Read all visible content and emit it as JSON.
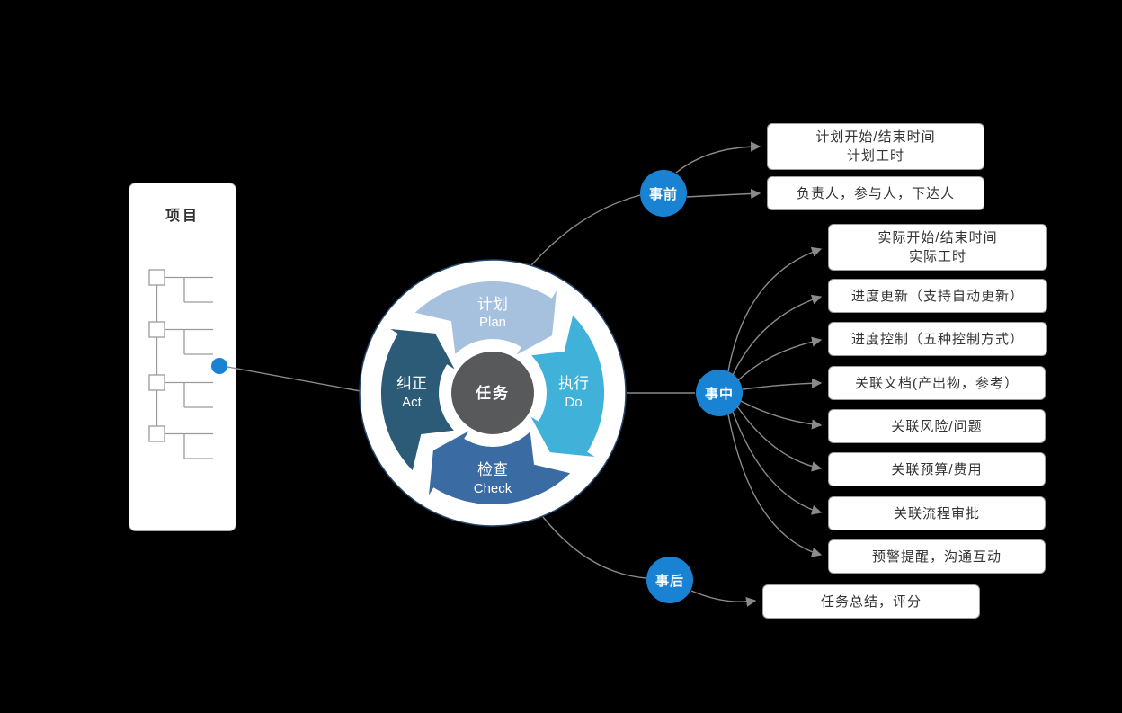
{
  "project_card": {
    "title": "项目"
  },
  "wheel": {
    "center": "任务",
    "segments": [
      {
        "zh": "计划",
        "en": "Plan"
      },
      {
        "zh": "执行",
        "en": "Do"
      },
      {
        "zh": "检查",
        "en": "Check"
      },
      {
        "zh": "纠正",
        "en": "Act"
      }
    ]
  },
  "nodes": [
    {
      "label": "事前"
    },
    {
      "label": "事中"
    },
    {
      "label": "事后"
    }
  ],
  "boxes": [
    {
      "lines": [
        "计划开始/结束时间",
        "计划工时"
      ]
    },
    {
      "lines": [
        "负责人，参与人，下达人"
      ]
    },
    {
      "lines": [
        "实际开始/结束时间",
        "实际工时"
      ]
    },
    {
      "lines": [
        "进度更新（支持自动更新）"
      ]
    },
    {
      "lines": [
        "进度控制（五种控制方式）"
      ]
    },
    {
      "lines": [
        "关联文档(产出物，参考）"
      ]
    },
    {
      "lines": [
        "关联风险/问题"
      ]
    },
    {
      "lines": [
        "关联预算/费用"
      ]
    },
    {
      "lines": [
        "关联流程审批"
      ]
    },
    {
      "lines": [
        "预警提醒，沟通互动"
      ]
    },
    {
      "lines": [
        "任务总结，评分"
      ]
    }
  ],
  "colors": {
    "node_blue": "#1a82d2",
    "plan": "#a6c1de",
    "do": "#40b1d8",
    "check": "#3a6ba3",
    "act": "#2b5b76",
    "center": "#58595b",
    "ring": "#24486d",
    "line": "#8a8a8a",
    "tree": "#9a9a9a"
  }
}
